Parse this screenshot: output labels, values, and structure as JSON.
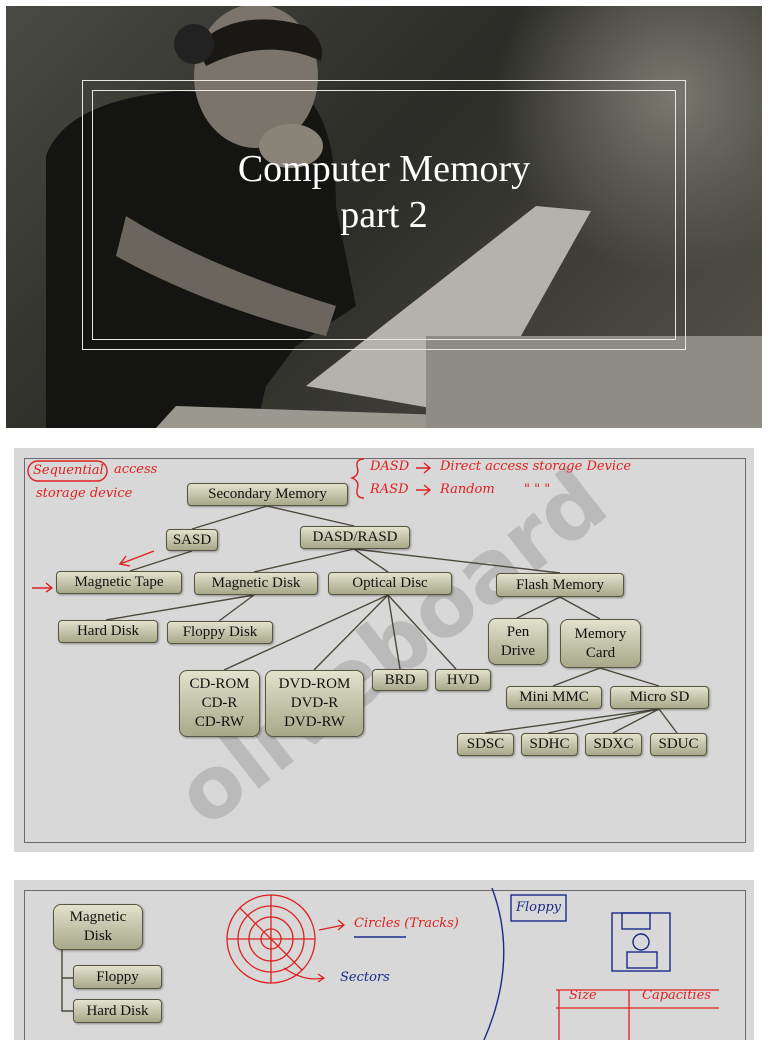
{
  "slide1": {
    "title_line1": "Computer Memory",
    "title_line2": "part 2"
  },
  "slide2": {
    "nodes": {
      "secondary": "Secondary Memory",
      "sasd": "SASD",
      "dasd": "DASD/RASD",
      "tape": "Magnetic Tape",
      "mdisk": "Magnetic Disk",
      "optical": "Optical Disc",
      "flash": "Flash Memory",
      "hard": "Hard Disk",
      "floppy": "Floppy Disk",
      "pen": "Pen\nDrive",
      "card": "Memory\nCard",
      "cd": "CD-ROM\nCD-R\nCD-RW",
      "dvd": "DVD-ROM\nDVD-R\nDVD-RW",
      "brd": "BRD",
      "hvd": "HVD",
      "mmc": "Mini MMC",
      "microsd": "Micro SD",
      "sdsc": "SDSC",
      "sdhc": "SDHC",
      "sdxc": "SDXC",
      "sduc": "SDUC"
    },
    "annotations": {
      "sequential": "Sequential",
      "access": "access",
      "storage_device": "storage device",
      "dasd": "DASD",
      "rasd": "RASD",
      "direct": "Direct access storage Device",
      "random": "Random",
      "ditto": "\"        \"        \""
    },
    "watermark": "oliveboard",
    "colors": {
      "node_top": "#e2e2ce",
      "node_bottom": "#a8a88a",
      "ink": "#e02020"
    }
  },
  "slide3": {
    "nodes": {
      "mdisk": "Magnetic\nDisk",
      "floppy": "Floppy",
      "hard": "Hard Disk"
    },
    "annotations": {
      "circles": "Circles (Tracks)",
      "sectors": "Sectors",
      "floppy": "Floppy",
      "size": "Size",
      "capacities": "Capacities"
    },
    "colors": {
      "red_ink": "#e02020",
      "blue_ink": "#1a2a8a"
    }
  }
}
